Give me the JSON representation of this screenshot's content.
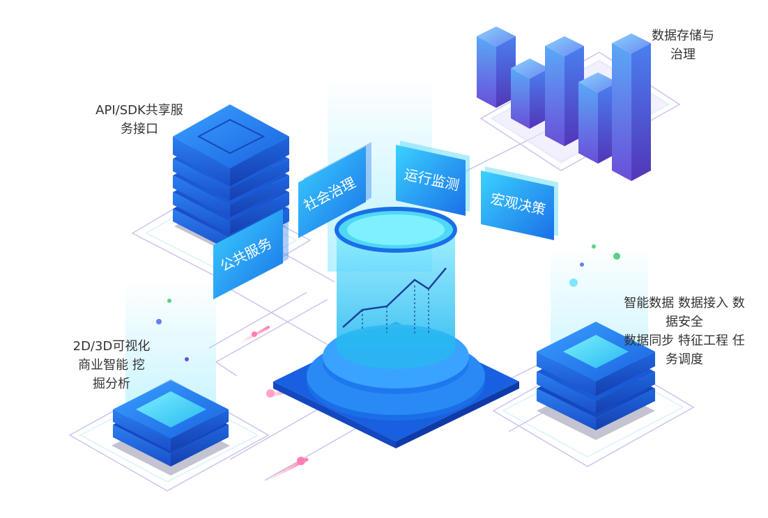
{
  "labels": {
    "api_line1": "API/SDK共享服",
    "api_line2": "务接口",
    "storage_line1": "数据存储与",
    "storage_line2": "治理",
    "viz_line1": "2D/3D可视化",
    "viz_line2": "商业智能 挖",
    "viz_line3": "掘分析",
    "smart_line1": "智能数据 数据接入 数",
    "smart_line2": "据安全",
    "smart_line3": "数据同步 特征工程 任",
    "smart_line4": "务调度"
  },
  "tags": {
    "public_service": "公共服务",
    "social_governance": "社会治理",
    "operation_monitoring": "运行监测",
    "macro_decision": "宏观决策"
  },
  "colors": {
    "primary_blue": "#1a6fe8",
    "light_cyan": "#4fd8f5",
    "purple": "#6a4fd8",
    "label_text": "#333333"
  }
}
